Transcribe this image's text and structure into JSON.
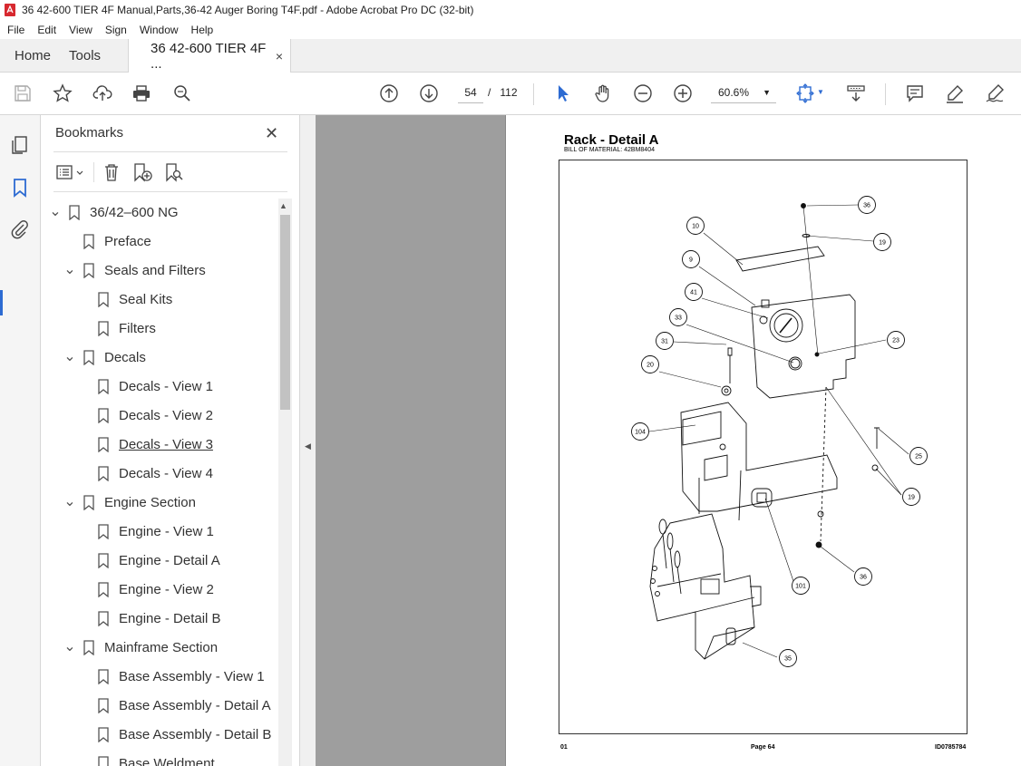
{
  "window": {
    "title": "36 42-600 TIER 4F Manual,Parts,36-42 Auger Boring T4F.pdf - Adobe Acrobat Pro DC (32-bit)"
  },
  "menu": [
    "File",
    "Edit",
    "View",
    "Sign",
    "Window",
    "Help"
  ],
  "tabs": {
    "home": "Home",
    "tools": "Tools",
    "document": "36 42-600 TIER 4F ...",
    "close_glyph": "×"
  },
  "toolbar": {
    "page_current": "54",
    "page_separator": "/",
    "page_total": "112",
    "zoom": "60.6%",
    "icons": [
      "save-icon",
      "star-icon",
      "upload-icon",
      "print-icon",
      "find-icon",
      "page-up-icon",
      "page-down-icon",
      "select-arrow-icon",
      "hand-icon",
      "zoom-out-icon",
      "zoom-in-icon",
      "fit-page-icon",
      "scroll-mode-icon",
      "comment-icon",
      "highlight-icon",
      "sign-icon"
    ]
  },
  "bookmarks_panel": {
    "title": "Bookmarks",
    "items": [
      {
        "label": "36/42–600 NG",
        "level": 0,
        "expanded": true
      },
      {
        "label": "Preface",
        "level": 1,
        "expanded": null
      },
      {
        "label": "Seals and Filters",
        "level": 1,
        "expanded": true
      },
      {
        "label": "Seal Kits",
        "level": 2,
        "expanded": null
      },
      {
        "label": "Filters",
        "level": 2,
        "expanded": null
      },
      {
        "label": "Decals",
        "level": 1,
        "expanded": true
      },
      {
        "label": "Decals - View 1",
        "level": 2,
        "expanded": null
      },
      {
        "label": "Decals - View 2",
        "level": 2,
        "expanded": null
      },
      {
        "label": "Decals - View 3",
        "level": 2,
        "expanded": null,
        "underlined": true
      },
      {
        "label": "Decals - View 4",
        "level": 2,
        "expanded": null
      },
      {
        "label": "Engine Section",
        "level": 1,
        "expanded": true
      },
      {
        "label": "Engine - View 1",
        "level": 2,
        "expanded": null
      },
      {
        "label": "Engine - Detail A",
        "level": 2,
        "expanded": null
      },
      {
        "label": "Engine - View 2",
        "level": 2,
        "expanded": null
      },
      {
        "label": "Engine - Detail B",
        "level": 2,
        "expanded": null
      },
      {
        "label": "Mainframe Section",
        "level": 1,
        "expanded": true
      },
      {
        "label": "Base Assembly - View 1",
        "level": 2,
        "expanded": null
      },
      {
        "label": "Base Assembly - Detail A",
        "level": 2,
        "expanded": null
      },
      {
        "label": "Base Assembly - Detail B",
        "level": 2,
        "expanded": null
      },
      {
        "label": "Base Weldment",
        "level": 2,
        "expanded": null
      }
    ]
  },
  "document_page": {
    "title": "Rack - Detail A",
    "subtitle": "BILL OF MATERIAL: 42BM8404",
    "footer_left": "01",
    "footer_center": "Page 64",
    "footer_right": "ID0785784",
    "callouts": [
      "36",
      "10",
      "19",
      "9",
      "41",
      "33",
      "23",
      "31",
      "20",
      "104",
      "25",
      "19",
      "36",
      "101",
      "35"
    ]
  },
  "colors": {
    "accent": "#2d6bd2",
    "viewer_bg": "#9e9e9e",
    "tabbar_bg": "#f0f0f0",
    "acrobat_red": "#d7282f"
  }
}
